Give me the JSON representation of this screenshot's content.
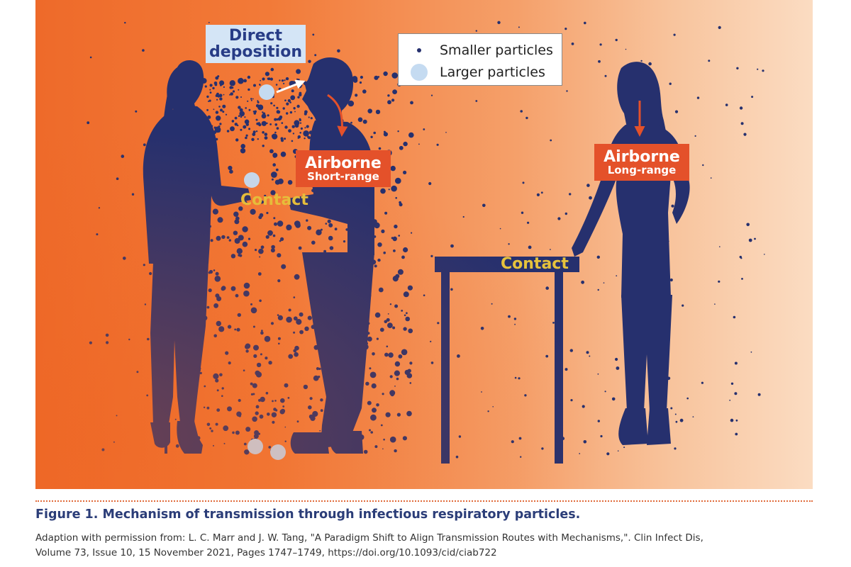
{
  "labels": {
    "direct_deposition_line1": "Direct",
    "direct_deposition_line2": "deposition",
    "airborne_short_title": "Airborne",
    "airborne_short_sub": "Short-range",
    "airborne_long_title": "Airborne",
    "airborne_long_sub": "Long-range",
    "contact_handshake": "Contact",
    "contact_table": "Contact"
  },
  "legend": {
    "smaller": "Smaller particles",
    "larger": "Larger particles"
  },
  "caption": {
    "title": "Figure 1. Mechanism of transmission through infectious respiratory particles.",
    "source_line1": "Adaption with permission from: L. C. Marr and J. W. Tang, \"A Paradigm Shift to Align Transmission Routes with Mechanisms,\". Clin Infect Dis,",
    "source_line2": "Volume 73, Issue 10, 15 November 2021, Pages 1747–1749, https://doi.org/10.1093/cid/ciab722"
  },
  "colors": {
    "silhouette": "#26306e",
    "orange_label": "#e4512a",
    "contact_text": "#e6c23c",
    "large_particle": "#c5dbf1",
    "caption_title": "#2b3d78"
  },
  "icons": {
    "small_particle": "small-dot-icon",
    "large_particle": "large-dot-icon"
  }
}
